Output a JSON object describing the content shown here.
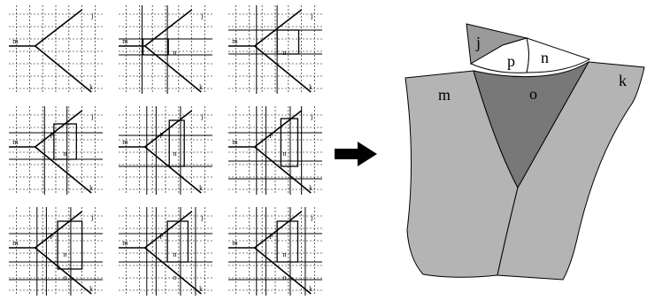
{
  "diagram": {
    "panels": [
      {
        "labels": {
          "j": "j",
          "k": "k",
          "m": "m"
        }
      },
      {
        "labels": {
          "j": "j",
          "k": "k",
          "m": "m",
          "n": "n"
        }
      },
      {
        "labels": {
          "j": "j",
          "k": "k",
          "m": "m",
          "n": "n"
        }
      },
      {
        "labels": {
          "j": "j",
          "k": "k",
          "m": "m",
          "n": "n",
          "p": "p"
        }
      },
      {
        "labels": {
          "j": "j",
          "k": "k",
          "m": "m",
          "n": "n",
          "p": "p"
        }
      },
      {
        "labels": {
          "j": "j",
          "k": "k",
          "m": "m",
          "n": "n",
          "p": "p"
        }
      },
      {
        "labels": {
          "j": "j",
          "k": "k",
          "m": "m",
          "n": "n",
          "p": "p",
          "o": "o"
        }
      },
      {
        "labels": {
          "j": "j",
          "k": "k",
          "m": "m",
          "n": "n",
          "p": "p",
          "o": "o"
        }
      },
      {
        "labels": {
          "j": "j",
          "k": "k",
          "m": "m",
          "n": "n",
          "p": "p",
          "o": "o"
        }
      }
    ],
    "result": {
      "labels": {
        "j": "j",
        "p": "p",
        "n": "n",
        "m": "m",
        "o": "o",
        "k": "k"
      }
    },
    "colors": {
      "region_light": "#b4b4b4",
      "region_dark": "#787878",
      "region_mid": "#9a9a9a",
      "region_white": "#ffffff",
      "stroke": "#000000"
    }
  }
}
